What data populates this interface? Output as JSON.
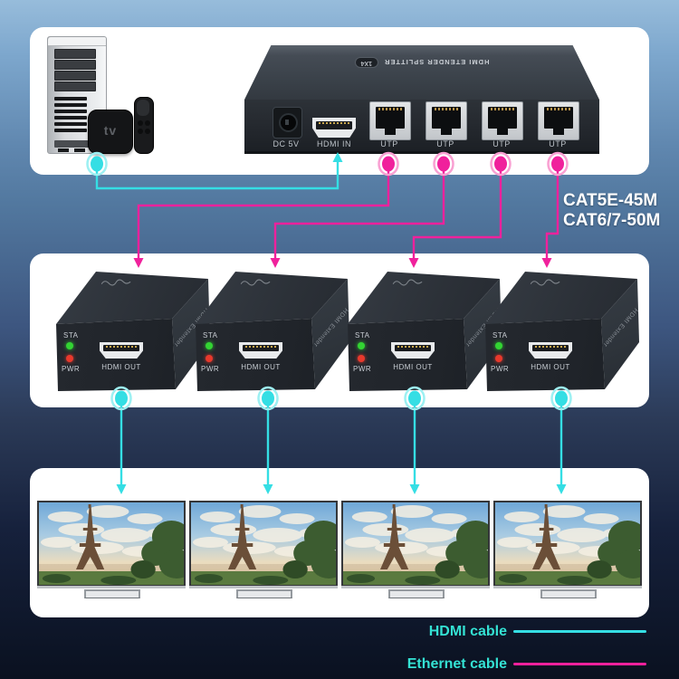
{
  "colors": {
    "cyan": "#35DEE4",
    "magenta": "#F0219C",
    "legend_text": "#34E2D4",
    "cat_text": "#FFFFFF"
  },
  "top_panel": {
    "apple_tv_logo": "tv",
    "splitter": {
      "top_label": "HDMI ETENDER SPLITTER",
      "badge": "1X4",
      "dc_label": "DC 5V",
      "hdmi_in_label": "HDMI IN",
      "utp_labels": [
        "UTP",
        "UTP",
        "UTP",
        "UTP"
      ]
    }
  },
  "cable_note": {
    "line1": "CAT5E-45M",
    "line2": "CAT6/7-50M"
  },
  "receivers": [
    {
      "sta": "STA",
      "pwr": "PWR",
      "port": "HDMI OUT",
      "side": "HDMI Extender"
    },
    {
      "sta": "STA",
      "pwr": "PWR",
      "port": "HDMI OUT",
      "side": "HDMI Extender"
    },
    {
      "sta": "STA",
      "pwr": "PWR",
      "port": "HDMI OUT",
      "side": "HDMI Extender"
    },
    {
      "sta": "STA",
      "pwr": "PWR",
      "port": "HDMI OUT",
      "side": "HDMI Extender"
    }
  ],
  "legend": {
    "hdmi": "HDMI cable",
    "ethernet": "Ethernet cable"
  }
}
